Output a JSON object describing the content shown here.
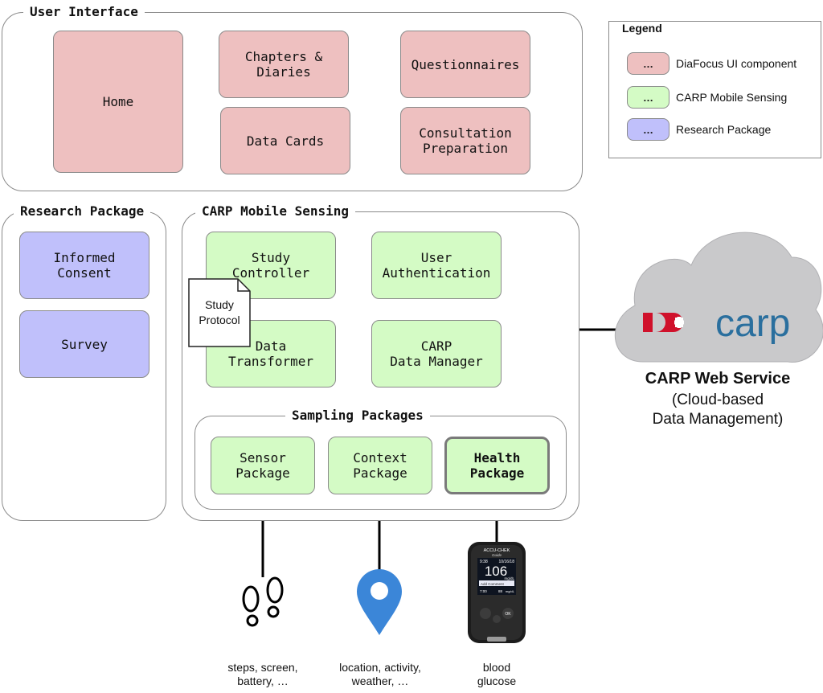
{
  "user_interface": {
    "title": "User Interface",
    "components": [
      "Home",
      "Chapters &\nDiaries",
      "Questionnaires",
      "Data Cards",
      "Consultation\nPreparation"
    ]
  },
  "research_package": {
    "title": "Research Package",
    "components": [
      "Informed\nConsent",
      "Survey"
    ]
  },
  "carp_mobile_sensing": {
    "title": "CARP Mobile Sensing",
    "components": [
      "Study\nController",
      "User\nAuthentication",
      "Data\nTransformer",
      "CARP\nData Manager"
    ],
    "study_protocol": "Study\nProtocol"
  },
  "sampling_packages": {
    "title": "Sampling Packages",
    "packages": [
      "Sensor\nPackage",
      "Context\nPackage",
      "Health\nPackage"
    ]
  },
  "legend": {
    "title": "Legend",
    "swatch_text": "…",
    "items": [
      {
        "label": "DiaFocus UI component",
        "color": "#eec0c0"
      },
      {
        "label": "CARP Mobile Sensing",
        "color": "#d4fbc5"
      },
      {
        "label": "Research Package",
        "color": "#c0c0fb"
      }
    ]
  },
  "web_service": {
    "logo_text": "carp",
    "title": "CARP Web Service",
    "subtitle": "(Cloud-based\nData Management)"
  },
  "data_sources": [
    {
      "icon": "footprints-icon",
      "caption": "steps, screen,\nbattery, …"
    },
    {
      "icon": "location-pin-icon",
      "caption": "location, activity,\nweather, …"
    },
    {
      "icon": "glucose-meter-icon",
      "caption": "blood\nglucose"
    }
  ],
  "glucose_meter": {
    "brand": "ACCU-CHEK",
    "model": "Guide",
    "time": "9:38",
    "date": "10/16/18",
    "reading": "106",
    "unit": "mg/dL",
    "menu_item": "Add Comment",
    "footer_time": "7:00",
    "footer_value": "88",
    "footer_unit": "mg/dL",
    "ok_label": "OK"
  },
  "colors": {
    "ui_component": "#eec0c0",
    "carp_component": "#d4fbc5",
    "research_component": "#c0c0fb",
    "cloud": "#c9c9cb",
    "carp_red": "#d0112b",
    "carp_blue": "#2a6f9e",
    "pin_blue": "#3b86d8"
  }
}
